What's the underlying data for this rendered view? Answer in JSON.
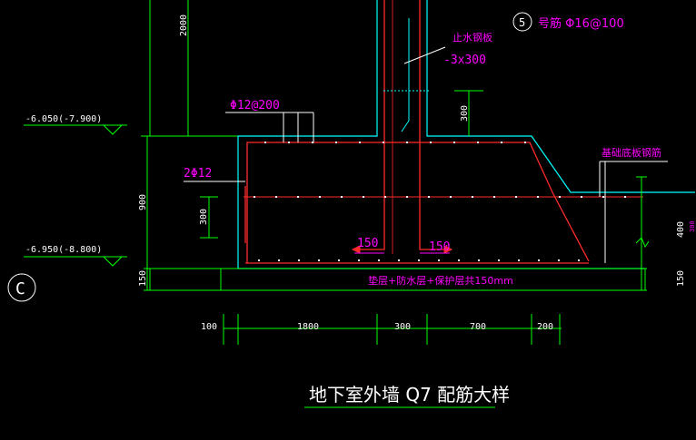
{
  "colors": {
    "background": "#000000",
    "dimension": "#00ff00",
    "rebar": "#ff2a2a",
    "concrete": "#00ffff",
    "annotation": "#ff00ff",
    "leader": "#ffffff",
    "title": "#ffffff"
  },
  "drawing": {
    "title": "地下室外墙  Q7 配筋大样",
    "wall_height_dim": "2000",
    "base_depth_dim": "900",
    "cushion_dim_left": "150",
    "cushion_dim_right": "150",
    "right_height_dim": "400",
    "right_small_dim": "300",
    "waterstop_offset_dim": "300",
    "inner_offset_dim": "300",
    "grid_axis_label": "C",
    "elevations": [
      {
        "label": "-6.050(-7.900)"
      },
      {
        "label": "-6.950(-8.800)"
      }
    ],
    "annotations": {
      "top_bar_spacing": "Φ12@200",
      "corner_bars": "2Φ12",
      "rebar_5_number": "5",
      "rebar_5_label": "号筋  Φ16@100",
      "waterstop_title": "止水钢板",
      "waterstop_size": "-3x300",
      "slab_rebar": "基础底板钢筋",
      "anchor_left": "150",
      "anchor_right": "150",
      "cushion_note": "垫层+防水层+保护层共150mm"
    },
    "bottom_dims": [
      "100",
      "1800",
      "300",
      "700",
      "200"
    ]
  }
}
